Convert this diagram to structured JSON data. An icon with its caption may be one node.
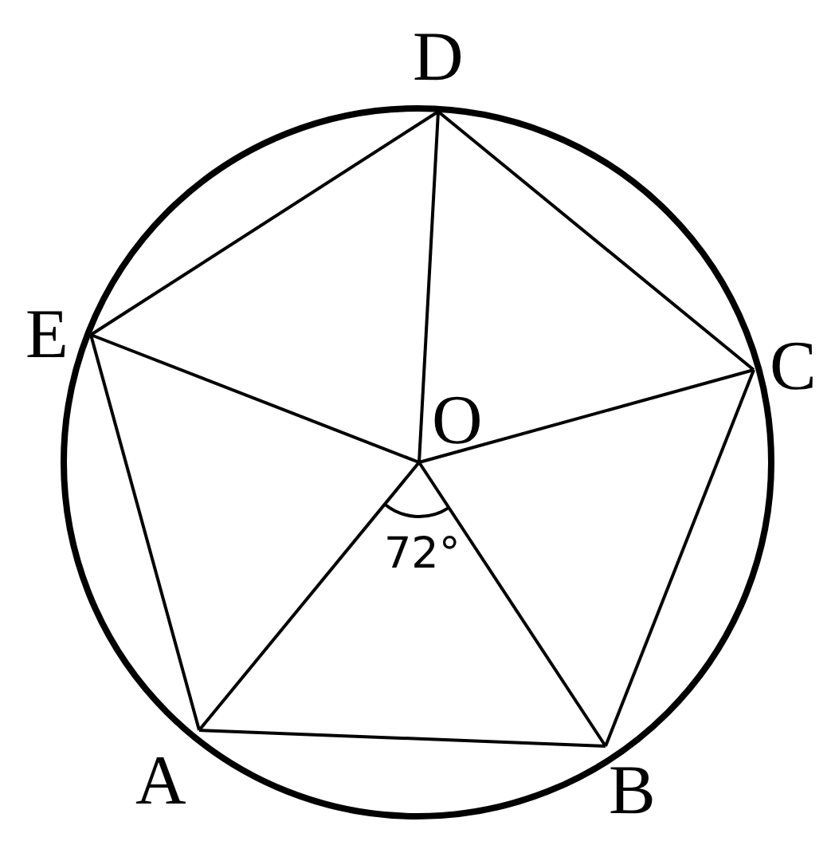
{
  "diagram": {
    "nodes": [
      {
        "text": [
          "D"
        ]
      },
      {
        "text": [
          "E"
        ]
      },
      {
        "text": [
          "C"
        ]
      },
      {
        "text": [
          "O"
        ]
      },
      {
        "text": [
          "A"
        ]
      },
      {
        "text": [
          "B"
        ]
      }
    ],
    "edges": [
      {
        "from": 0,
        "to": 1,
        "arrow": "none"
      },
      {
        "from": 0,
        "to": 2,
        "arrow": "none"
      },
      {
        "from": 0,
        "to": 3,
        "arrow": "none"
      },
      {
        "from": 1,
        "to": 3,
        "arrow": "none"
      },
      {
        "from": 1,
        "to": 4,
        "arrow": "none"
      },
      {
        "from": 2,
        "to": 3,
        "arrow": "none"
      },
      {
        "from": 2,
        "to": 5,
        "arrow": "none"
      },
      {
        "from": 3,
        "to": 4,
        "arrow": "none"
      },
      {
        "from": 3,
        "to": 5,
        "arrow": "none"
      },
      {
        "from": 4,
        "to": 5,
        "arrow": "none"
      }
    ],
    "labels": [
      "72°"
    ]
  }
}
